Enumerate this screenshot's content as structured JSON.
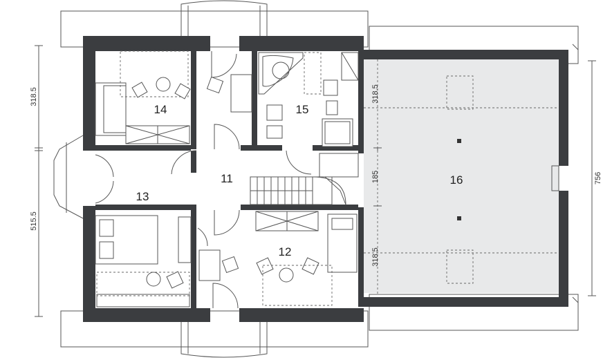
{
  "rooms": {
    "r11": "11",
    "r12": "12",
    "r13": "13",
    "r14": "14",
    "r15": "15",
    "r16": "16"
  },
  "dimensions": {
    "left_top": "318.5",
    "left_bottom": "515.5",
    "right_total": "756",
    "inner_top": "318.5",
    "inner_mid": "185",
    "inner_bottom": "318.5"
  },
  "colors": {
    "wall": "#3b3d40",
    "attic_fill": "#e8e9ea",
    "line": "#555555"
  }
}
